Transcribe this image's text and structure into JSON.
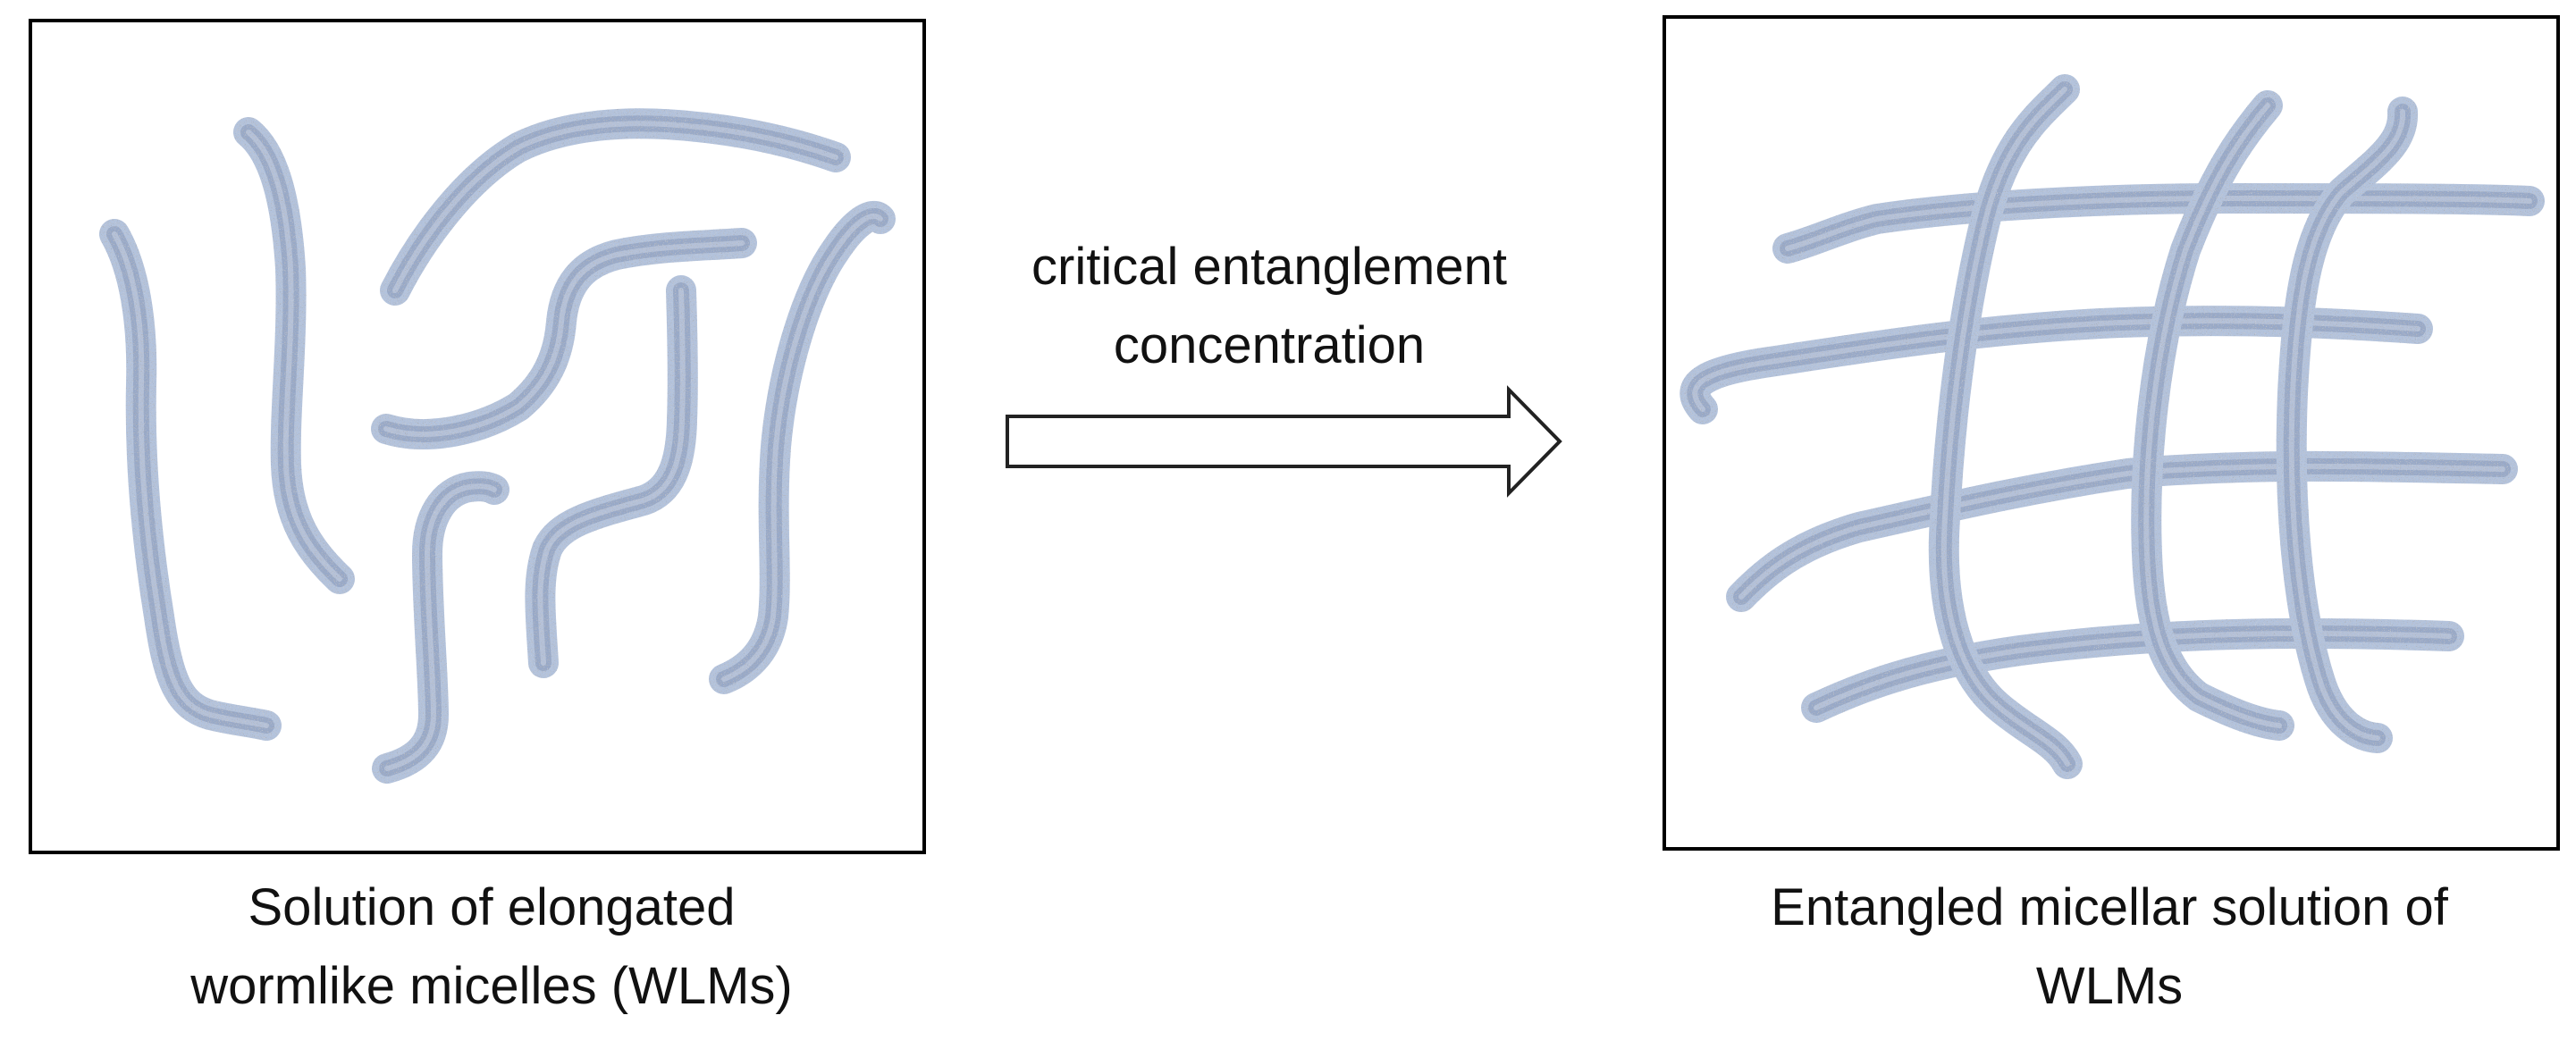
{
  "arrow_label": {
    "line1": "critical entanglement",
    "line2": "concentration"
  },
  "left_panel": {
    "caption_line1": "Solution of elongated",
    "caption_line2": "wormlike micelles (WLMs)"
  },
  "right_panel": {
    "caption_line1": "Entangled micellar solution of",
    "caption_line2": "WLMs"
  },
  "colors": {
    "micelle_fill": "#b3c3dd",
    "micelle_core": "#8294b7",
    "micelle_speckle": "#e8eef8",
    "frame": "#000000",
    "arrow_stroke": "#222222"
  },
  "icons": {
    "arrow": "right-arrow-outline-icon"
  }
}
